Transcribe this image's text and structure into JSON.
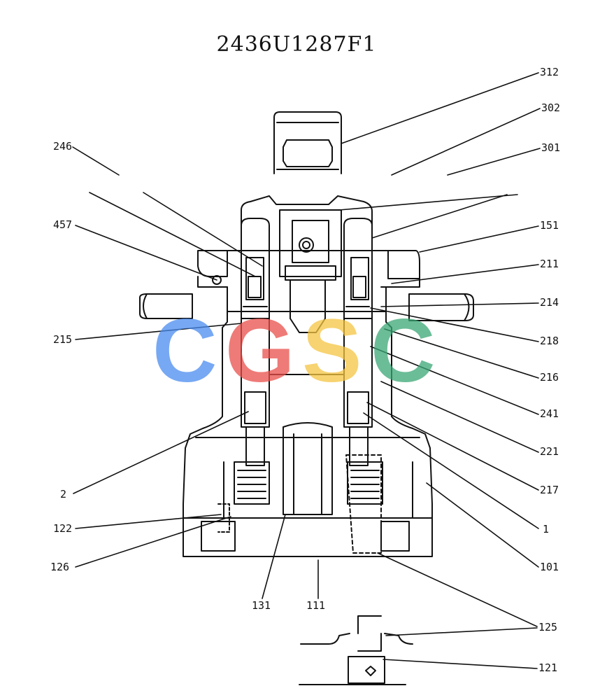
{
  "title": "2436U1287F1",
  "watermark": {
    "letters": [
      "C",
      "G",
      "S",
      "C"
    ],
    "colors": [
      "#4a8cf0",
      "#e94f4a",
      "#f5c542",
      "#3aa775"
    ]
  },
  "labels": {
    "l312": "312",
    "l302": "302",
    "l301": "301",
    "l246": "246",
    "l457": "457",
    "l151": "151",
    "l211": "211",
    "l214": "214",
    "l215": "215",
    "l218": "218",
    "l216": "216",
    "l241": "241",
    "l221": "221",
    "l2": "2",
    "l217": "217",
    "l122": "122",
    "l1": "1",
    "l126": "126",
    "l101": "101",
    "l131": "131",
    "l111": "111",
    "l125": "125",
    "l121": "121"
  },
  "colors": {
    "ink": "#111111",
    "paper": "#ffffff"
  }
}
